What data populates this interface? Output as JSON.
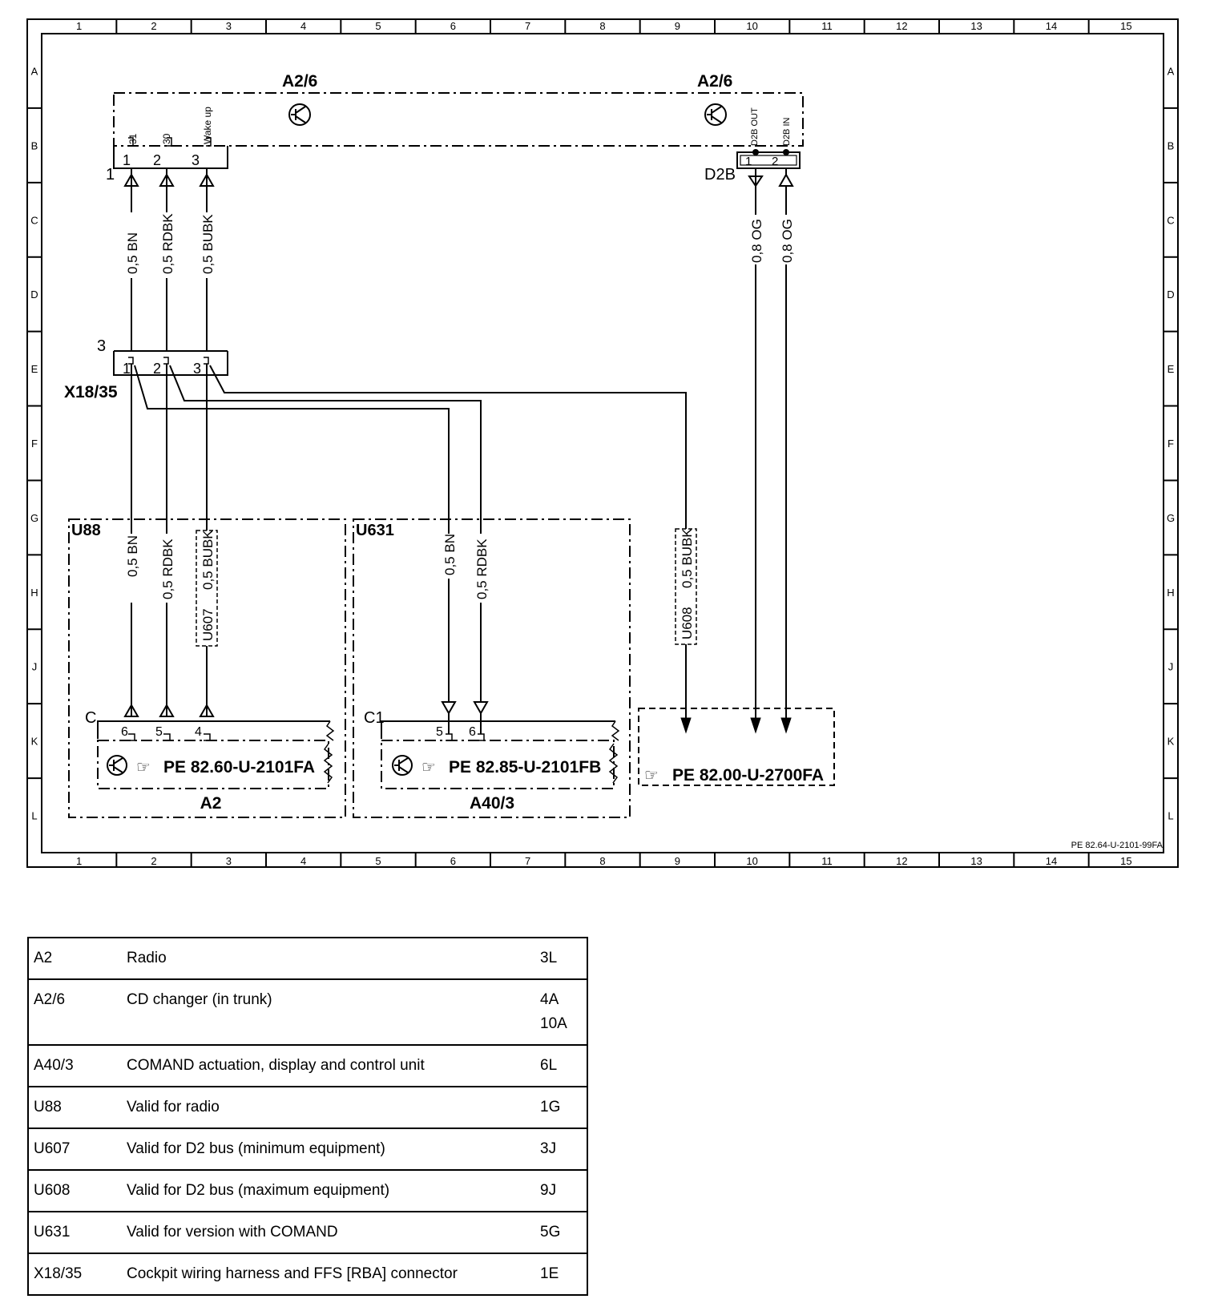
{
  "frame": {
    "columns": [
      "1",
      "2",
      "3",
      "4",
      "5",
      "6",
      "7",
      "8",
      "9",
      "10",
      "11",
      "12",
      "13",
      "14",
      "15"
    ],
    "rows": [
      "A",
      "B",
      "C",
      "D",
      "E",
      "F",
      "G",
      "H",
      "J",
      "K",
      "L"
    ],
    "drawing_number": "PE 82.64-U-2101-99FA"
  },
  "components": {
    "a2_6_left": "A2/6",
    "a2_6_right": "A2/6",
    "x18_35": "X18/35",
    "u88": "U88",
    "u631": "U631",
    "a2": "A2",
    "a40_3": "A40/3",
    "d2b": "D2B",
    "conn1": "1",
    "conn3": "3",
    "connC": "C",
    "connC1": "C1"
  },
  "pins": {
    "a26_term_31": "31",
    "a26_term_30": "30",
    "a26_term_wake": "Wake up",
    "a26_pin1": "1",
    "a26_pin2": "2",
    "a26_pin3": "3",
    "d2b_out": "D2B OUT",
    "d2b_in": "D2B IN",
    "d2b_pin1": "1",
    "d2b_pin2": "2",
    "x18_pin1": "1",
    "x18_pin2": "2",
    "x18_pin3": "3",
    "c_pin6": "6",
    "c_pin5": "5",
    "c_pin4": "4",
    "c1_pin5": "5",
    "c1_pin6": "6"
  },
  "wires": {
    "bn_top": "0,5 BN",
    "rdbk_top": "0,5 RDBK",
    "bubk_top": "0,5 BUBK",
    "og1": "0,8 OG",
    "og2": "0,8 OG",
    "bn_u88": "0,5 BN",
    "rdbk_u88": "0,5 RDBK",
    "bubk_u88": "0,5 BUBK",
    "u607": "U607",
    "bn_u631": "0,5 BN",
    "rdbk_u631": "0,5 RDBK",
    "bubk_u608": "0,5 BUBK",
    "u608": "U608"
  },
  "references": {
    "a2": "PE 82.60-U-2101FA",
    "a40_3": "PE 82.85-U-2101FB",
    "external": "PE 82.00-U-2700FA"
  },
  "legend": [
    {
      "code": "A2",
      "description": "Radio",
      "refs": [
        "3L"
      ]
    },
    {
      "code": "A2/6",
      "description": "CD changer (in trunk)",
      "refs": [
        "4A",
        "10A"
      ]
    },
    {
      "code": "A40/3",
      "description": "COMAND actuation, display and control unit",
      "refs": [
        "6L"
      ]
    },
    {
      "code": "U88",
      "description": "Valid for radio",
      "refs": [
        "1G"
      ]
    },
    {
      "code": "U607",
      "description": "Valid for D2 bus (minimum equipment)",
      "refs": [
        "3J"
      ]
    },
    {
      "code": "U608",
      "description": "Valid for D2 bus (maximum equipment)",
      "refs": [
        "9J"
      ]
    },
    {
      "code": "U631",
      "description": "Valid for version with COMAND",
      "refs": [
        "5G"
      ]
    },
    {
      "code": "X18/35",
      "description": "Cockpit wiring harness and FFS [RBA] connector",
      "refs": [
        "1E"
      ]
    }
  ]
}
